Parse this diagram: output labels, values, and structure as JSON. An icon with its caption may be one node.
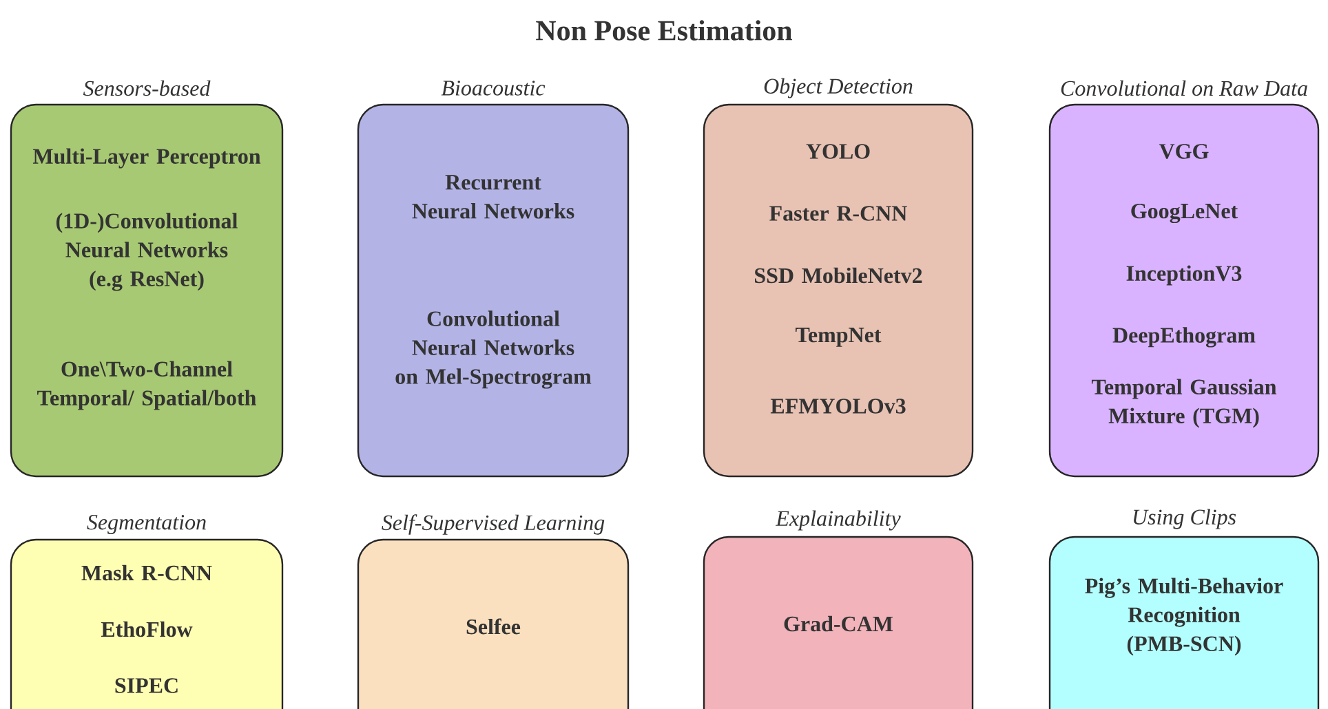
{
  "diagram": {
    "title": "Non Pose Estimation",
    "nodes": [
      {
        "text": [
          "Sensors-based",
          "Multi-Layer Perceptron",
          "(1D-)Convolutional Neural Networks (e.g ResNet)",
          "One\\Two-Channel Temporal/ Spatial/both"
        ]
      },
      {
        "text": [
          "Bioacoustic",
          "Recurrent Neural Networks",
          "Convolutional Neural Networks on Mel-Spectrogram"
        ]
      },
      {
        "text": [
          "Object Detection",
          "YOLO",
          "Faster R-CNN",
          "SSD MobileNetv2",
          "TempNet",
          "EFMYOLOv3"
        ]
      },
      {
        "text": [
          "Convolutional on Raw Data",
          "VGG",
          "GoogLeNet",
          "InceptionV3",
          "DeepEthogram",
          "Temporal Gaussian Mixture (TGM)"
        ]
      },
      {
        "text": [
          "Segmentation",
          "Mask R-CNN",
          "EthoFlow",
          "SIPEC"
        ]
      },
      {
        "text": [
          "Self-Supervised Learning",
          "Selfee"
        ]
      },
      {
        "text": [
          "Explainability",
          "Grad-CAM"
        ]
      },
      {
        "text": [
          "Using Clips",
          "Pig’s Multi-Behavior Recognition (PMB-SCN)"
        ]
      }
    ]
  }
}
